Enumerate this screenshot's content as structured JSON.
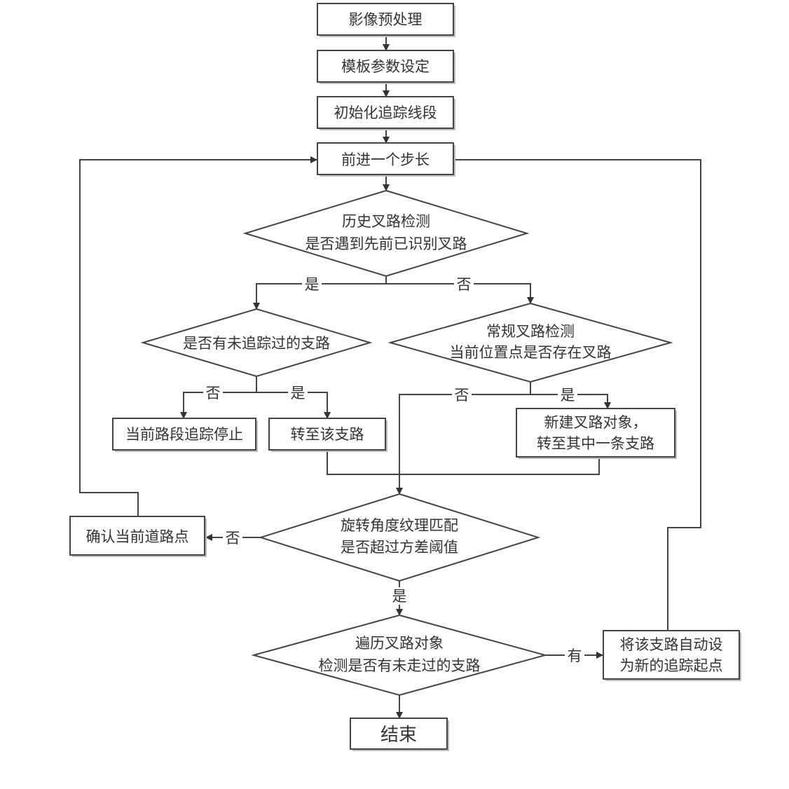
{
  "nodes": {
    "preprocess": "影像预处理",
    "template_params": "模板参数设定",
    "init_segment": "初始化追踪线段",
    "step_forward": "前进一个步长",
    "history_check": [
      "历史叉路检测",
      "是否遇到先前已识别叉路"
    ],
    "untracked_branch": "是否有未追踪过的支路",
    "regular_check": [
      "常规叉路检测",
      "当前位置点是否存在叉路"
    ],
    "stop_segment": "当前路段追踪停止",
    "goto_branch": "转至该支路",
    "new_fork": [
      "新建叉路对象，",
      "转至其中一条支路"
    ],
    "texture_match": [
      "旋转角度纹理匹配",
      "是否超过方差阈值"
    ],
    "confirm_point": "确认当前道路点",
    "traverse": [
      "遍历叉路对象",
      "检测是否有未走过的支路"
    ],
    "set_new_start": [
      "将该支路自动设",
      "为新的追踪起点"
    ],
    "end": "结束"
  },
  "edge_labels": {
    "history_yes": "是",
    "history_no": "否",
    "untracked_no": "否",
    "untracked_yes": "是",
    "regular_no": "否",
    "regular_yes": "是",
    "texture_no": "否",
    "texture_yes": "是",
    "traverse_has": "有"
  }
}
